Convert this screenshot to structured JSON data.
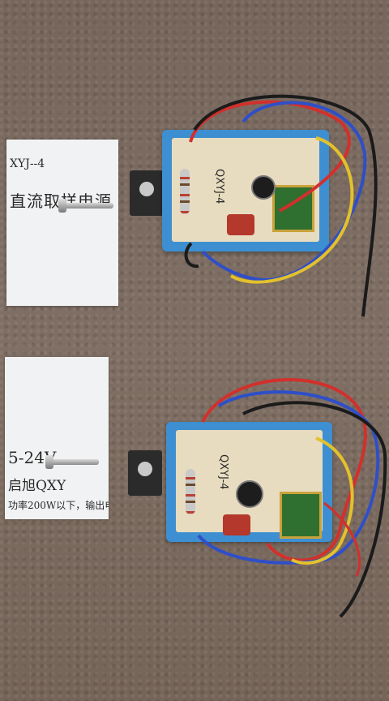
{
  "scene": {
    "background": "#7a6a60",
    "paper_left_top": {
      "line1": "XYJ--4",
      "line2": "直流取样电源"
    },
    "paper_left_bottom": {
      "line1": "5-24V",
      "line2": "启旭QXY",
      "line3": "功率200W以下，输出电"
    },
    "board_top": {
      "silk_label": "QXYJ-4"
    },
    "board_bottom": {
      "silk_label": "QXYJ-4"
    },
    "wire_colors": {
      "red": "#d2302c",
      "blue": "#2f4fc8",
      "yellow": "#e2c12d",
      "black": "#1b1b1b"
    }
  }
}
